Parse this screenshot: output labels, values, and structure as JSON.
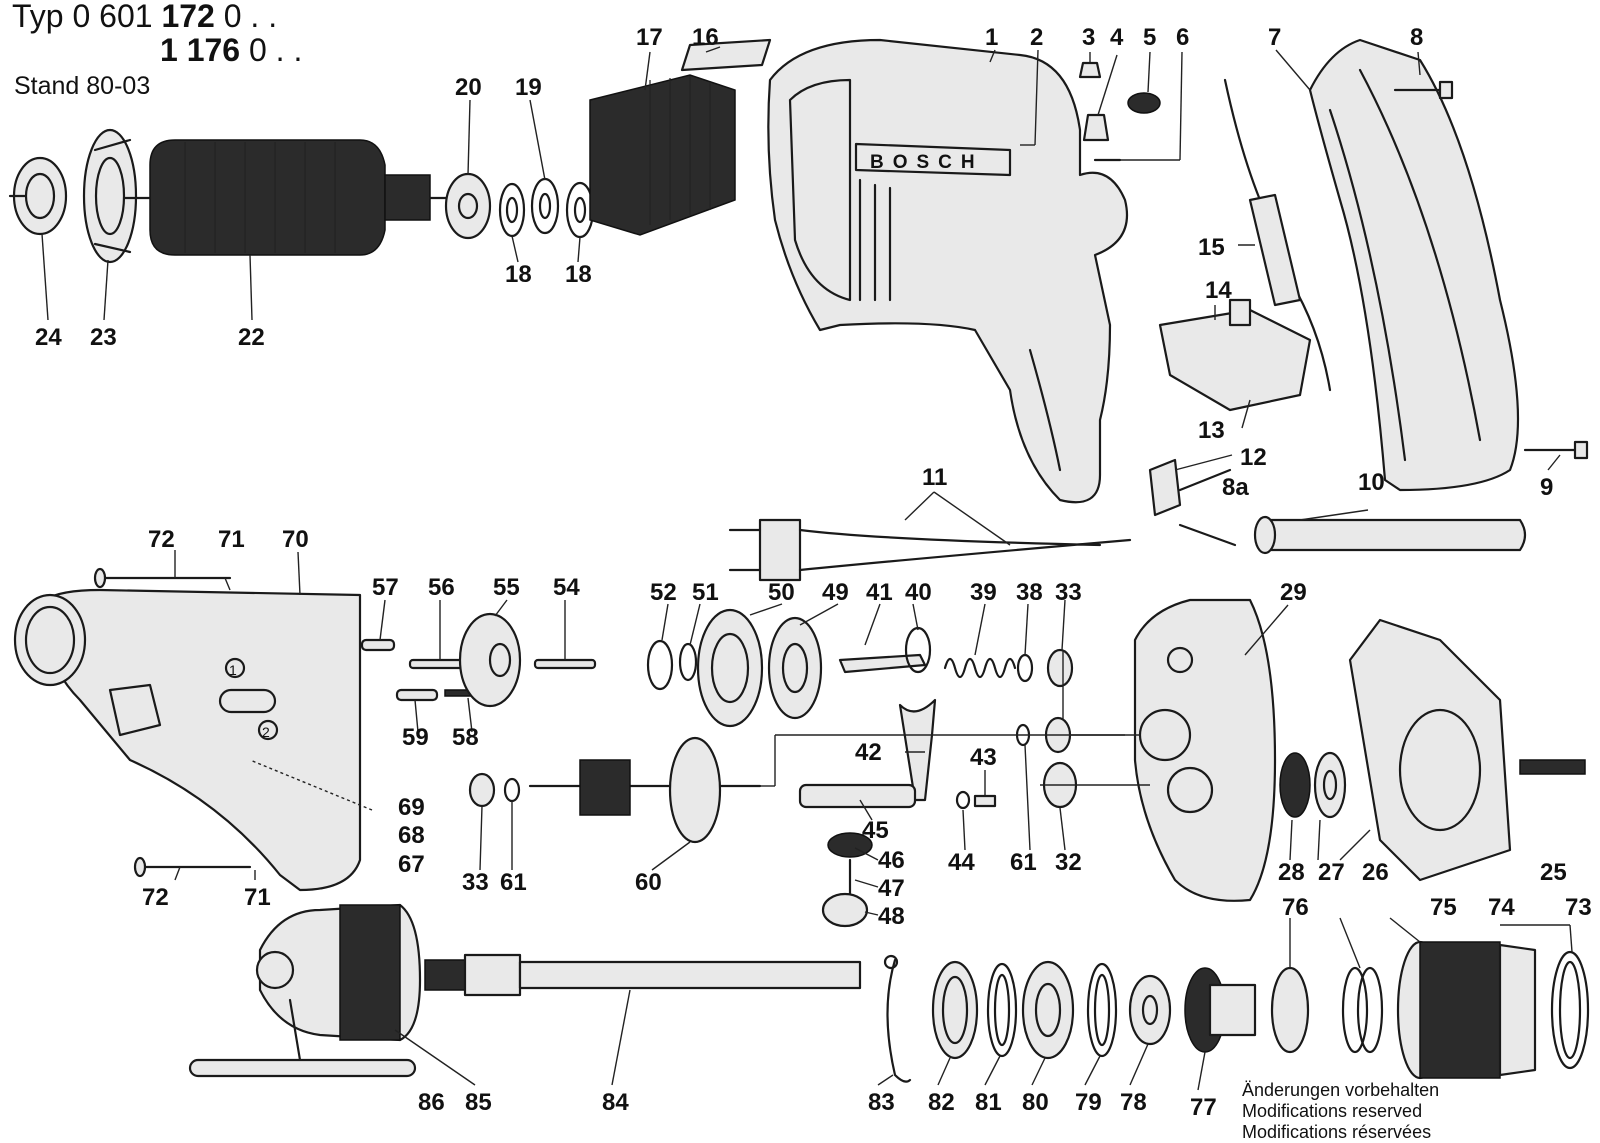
{
  "header": {
    "typ_label": "Typ",
    "typ_a": "0 601",
    "typ_b": "172",
    "typ_c": "0 . .",
    "line2_b": "1 176",
    "line2_c": "0 . .",
    "stand": "Stand 80-03"
  },
  "brand_text": "BOSCH",
  "notes": [
    "Änderungen vorbehalten",
    "Modifications reserved",
    "Modifications réservées"
  ],
  "callouts": [
    "1",
    "2",
    "3",
    "4",
    "5",
    "6",
    "7",
    "8",
    "8a",
    "9",
    "10",
    "11",
    "12",
    "13",
    "14",
    "15",
    "16",
    "17",
    "18",
    "18",
    "19",
    "20",
    "22",
    "23",
    "24",
    "25",
    "26",
    "27",
    "28",
    "29",
    "32",
    "33",
    "33",
    "38",
    "39",
    "40",
    "41",
    "42",
    "43",
    "44",
    "45",
    "46",
    "47",
    "48",
    "49",
    "50",
    "51",
    "52",
    "54",
    "55",
    "56",
    "57",
    "58",
    "59",
    "60",
    "61",
    "61",
    "67",
    "68",
    "69",
    "70",
    "71",
    "71",
    "72",
    "72",
    "73",
    "74",
    "75",
    "76",
    "77",
    "78",
    "79",
    "80",
    "81",
    "82",
    "83",
    "84",
    "85",
    "86"
  ],
  "gear_marks": [
    "1",
    "2"
  ]
}
